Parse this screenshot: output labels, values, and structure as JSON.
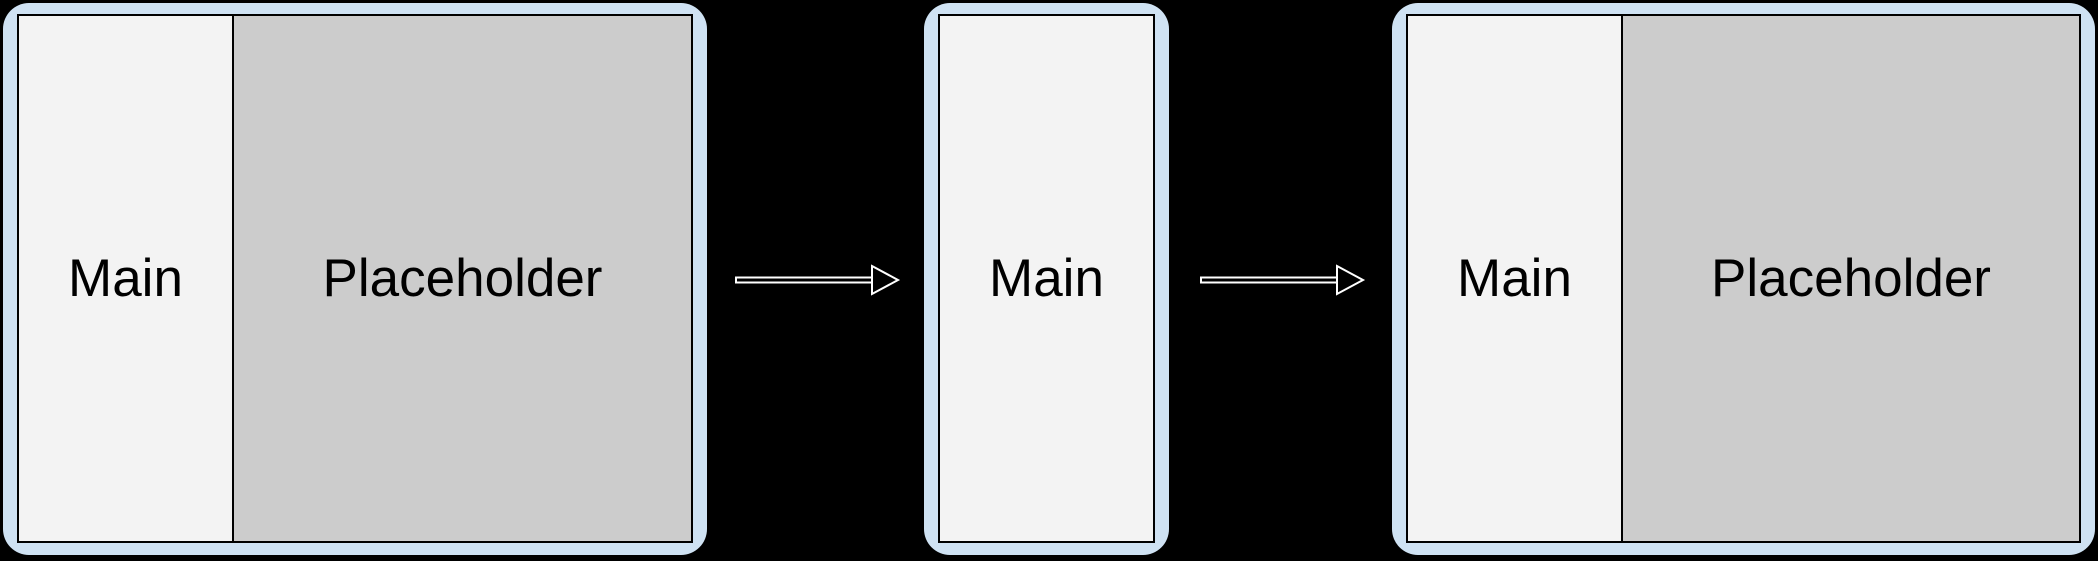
{
  "colors": {
    "background": "#000000",
    "panel_frame": "#cfe2f3",
    "main_pane": "#f3f3f3",
    "placeholder_pane": "#cccccc",
    "pane_border": "#000000",
    "text": "#000000",
    "arrow_fill": "#000000",
    "arrow_stroke": "#ffffff"
  },
  "diagram": {
    "panels": [
      {
        "name": "expanded-layout-start",
        "panes": [
          {
            "label": "Main"
          },
          {
            "label": "Placeholder"
          }
        ]
      },
      {
        "name": "compact-layout",
        "panes": [
          {
            "label": "Main"
          }
        ]
      },
      {
        "name": "expanded-layout-end",
        "panes": [
          {
            "label": "Main"
          },
          {
            "label": "Placeholder"
          }
        ]
      }
    ],
    "arrows": [
      {
        "icon": "right-arrow-icon"
      },
      {
        "icon": "right-arrow-icon"
      }
    ]
  }
}
